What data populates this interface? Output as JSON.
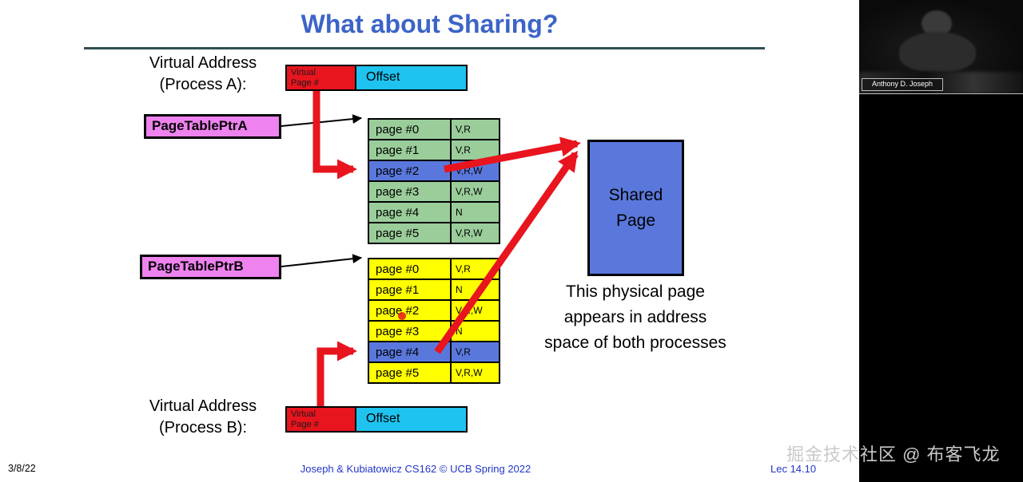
{
  "title": "What about Sharing?",
  "process_a": {
    "line1": "Virtual Address",
    "line2": "(Process A):"
  },
  "process_b": {
    "line1": "Virtual Address",
    "line2": "(Process B):"
  },
  "page_table_ptr_a": "PageTablePtrA",
  "page_table_ptr_b": "PageTablePtrB",
  "virtual_address_box": {
    "vpn_line1": "Virtual",
    "vpn_line2": "Page #",
    "offset": "Offset"
  },
  "shared_page": {
    "line1": "Shared",
    "line2": "Page"
  },
  "annotation": {
    "line1": "This physical page",
    "line2": "appears in address",
    "line3": "space of both processes"
  },
  "tables": {
    "a": {
      "rows": [
        {
          "page": "page #0",
          "perm": "V,R"
        },
        {
          "page": "page #1",
          "perm": "V,R"
        },
        {
          "page": "page #2",
          "perm": "V,R,W"
        },
        {
          "page": "page #3",
          "perm": "V,R,W"
        },
        {
          "page": "page #4",
          "perm": "N"
        },
        {
          "page": "page #5",
          "perm": "V,R,W"
        }
      ],
      "highlighted_row": 2
    },
    "b": {
      "rows": [
        {
          "page": "page #0",
          "perm": "V,R"
        },
        {
          "page": "page #1",
          "perm": "N"
        },
        {
          "page": "page #2",
          "perm": "V,R,W"
        },
        {
          "page": "page #3",
          "perm": "N"
        },
        {
          "page": "page #4",
          "perm": "V,R"
        },
        {
          "page": "page #5",
          "perm": "V,R,W"
        }
      ],
      "highlighted_row": 4
    }
  },
  "footer": {
    "date": "3/8/22",
    "credit": "Joseph & Kubiatowicz CS162 © UCB Spring 2022",
    "lec": "Lec 14.10"
  },
  "video": {
    "caption": "Anthony D. Joseph"
  },
  "watermark": "掘金技术社区 @ 布客飞龙",
  "colors": {
    "title_blue": "#3C64C8",
    "red": "#E8141E",
    "cyan": "#1EC3F0",
    "pink": "#EE82EE",
    "green": "#9ACD9A",
    "yellow": "#FFFF00",
    "highlight_blue": "#5A78DC",
    "footer_blue": "#2236C8"
  }
}
